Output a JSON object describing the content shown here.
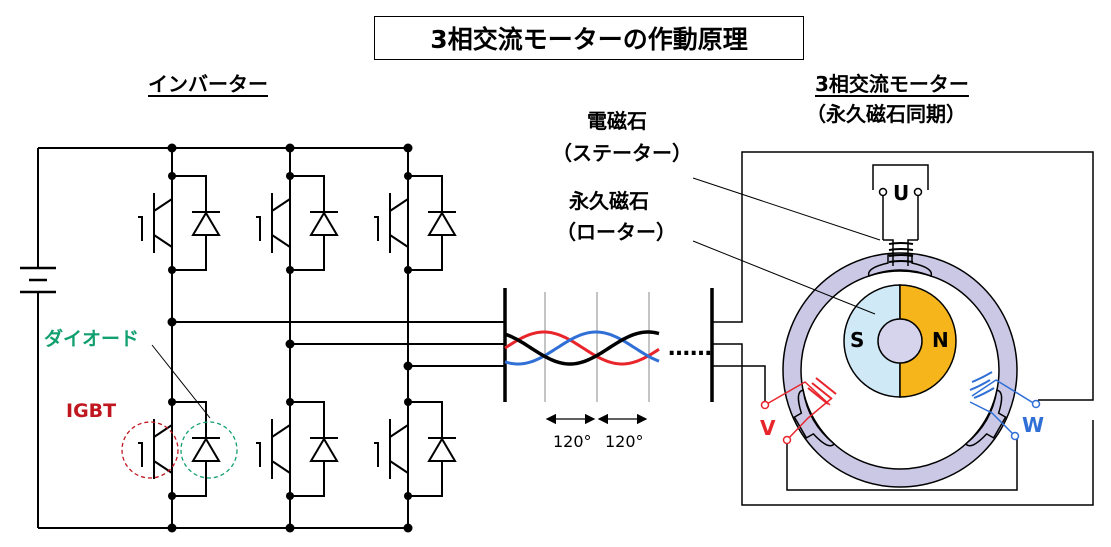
{
  "title": "3相交流モーターの作動原理",
  "labels": {
    "inverter": "インバーター",
    "motor_title": "3相交流モーター",
    "motor_subtitle": "（永久磁石同期）",
    "electromagnet": "電磁石",
    "stator": "（ステーター）",
    "permanent_magnet": "永久磁石",
    "rotor": "（ローター）",
    "diode": "ダイオード",
    "igbt": "IGBT",
    "phase_deg_1": "120°",
    "phase_deg_2": "120°",
    "dots": "……",
    "pole_s": "S",
    "pole_n": "N",
    "phase_u": "U",
    "phase_v": "V",
    "phase_w": "W"
  },
  "colors": {
    "line": "#000000",
    "phase_v": "#e8252b",
    "phase_w": "#2f6fd6",
    "phase_u": "#000000",
    "diode_label": "#13a06f",
    "igbt_label": "#c0161f",
    "stator_ring": "#cbc8e6",
    "rotor_s": "#cfe9f7",
    "rotor_n": "#f6b51a",
    "rotor_center": "#d6d3ec"
  }
}
